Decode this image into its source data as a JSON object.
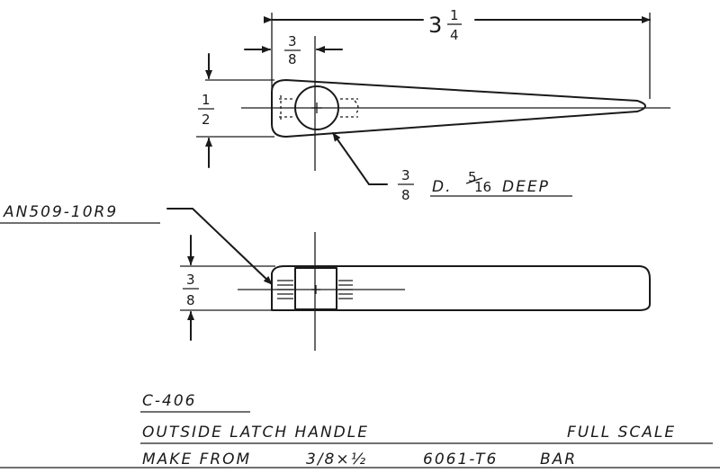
{
  "dimensions": {
    "overall_length": {
      "whole": "3",
      "num": "1",
      "den": "4"
    },
    "offset": {
      "num": "3",
      "den": "8"
    },
    "width": {
      "num": "1",
      "den": "2"
    },
    "thickness": {
      "num": "3",
      "den": "8"
    }
  },
  "hole_callout": {
    "dia_num": "3",
    "dia_den": "8",
    "dia_text": "D.",
    "depth_num": "5",
    "depth_den": "16",
    "depth_text": "DEEP"
  },
  "part_callout": "AN509-10R9",
  "title_block": {
    "part_number": "C-406",
    "name": "OUTSIDE LATCH HANDLE",
    "scale": "FULL SCALE",
    "make_from": {
      "prefix": "MAKE FROM",
      "stock": "3/8×½",
      "material": "6061-T6",
      "form": "BAR"
    }
  }
}
